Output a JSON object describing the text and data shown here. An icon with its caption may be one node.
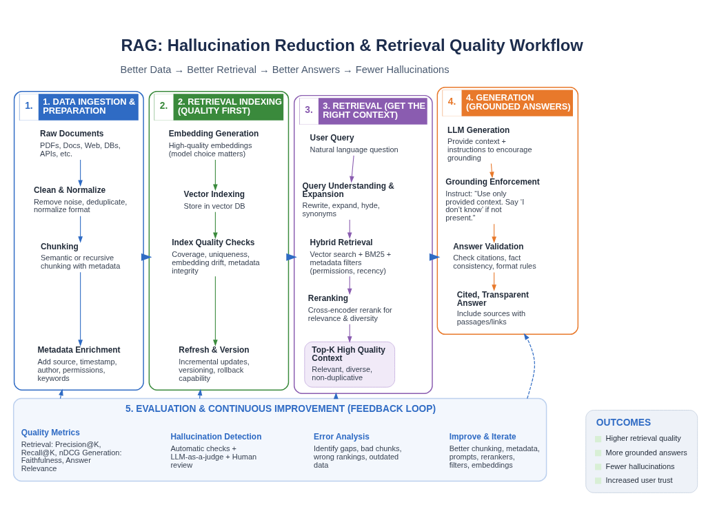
{
  "diagram": {
    "title": "RAG: Hallucination Reduction & Retrieval Quality Workflow",
    "nodes": [
      {
        "text": [
          "1.",
          "1. DATA INGESTION & PREPARATION"
        ]
      },
      {
        "text": [
          "Raw Documents",
          "PDFs, Docs, Web, DBs, APIs, etc."
        ],
        "in": 0
      },
      {
        "text": [
          "Clean & Normalize",
          "Remove noise, deduplicate, normalize format"
        ],
        "in": 0
      },
      {
        "text": [
          "Chunking",
          "Semantic or recursive chunking with metadata"
        ],
        "in": 0
      },
      {
        "text": [
          "Metadata Enrichment",
          "Add source, timestamp, author, permissions, keywords"
        ],
        "in": 0
      },
      {
        "text": [
          "2.",
          "2. RETRIEVAL INDEXING (QUALITY FIRST)"
        ]
      },
      {
        "text": [
          "Embedding Generation",
          "High-quality embeddings (model choice matters)"
        ],
        "in": 5
      },
      {
        "text": [
          "Vector Indexing",
          "Store in vector DB"
        ],
        "in": 5
      },
      {
        "text": [
          "Index Quality Checks",
          "Coverage, uniqueness, embedding drift, metadata integrity"
        ],
        "in": 5
      },
      {
        "text": [
          "Refresh & Version",
          "Incremental updates, versioning, rollback capability"
        ],
        "in": 5
      },
      {
        "text": [
          "3.",
          "3. RETRIEVAL (GET THE RIGHT CONTEXT)"
        ]
      },
      {
        "text": [
          "User Query",
          "Natural language question"
        ],
        "in": 10
      },
      {
        "text": [
          "Query Understanding & Expansion",
          "Rewrite, expand, hyde, synonyms"
        ],
        "in": 10
      },
      {
        "text": [
          "Hybrid Retrieval",
          "Vector search + BM25 + metadata filters (permissions, recency)"
        ],
        "in": 10
      },
      {
        "text": [
          "Reranking",
          "Cross-encoder rerank for relevance & diversity"
        ],
        "in": 10
      },
      {
        "text": [
          "Top-K High Quality Context",
          "Relevant, diverse, non-duplicative"
        ],
        "in": 10
      },
      {
        "text": [
          "4.",
          "4. GENERATION (GROUNDED ANSWERS)"
        ]
      },
      {
        "text": [
          "LLM Generation",
          "Provide context + instructions to encourage grounding"
        ],
        "in": 16
      },
      {
        "text": [
          "Grounding Enforcement",
          "Instruct: “Use only provided context. Say ‘I don’t know’ if not present.”"
        ],
        "in": 16
      },
      {
        "text": [
          "Answer Validation",
          "Check citations, fact consistency, format rules"
        ],
        "in": 16
      },
      {
        "text": [
          "Cited, Transparent Answer",
          "Include sources with passages/links"
        ],
        "in": 16
      },
      {
        "text": [
          "5. EVALUATION & CONTINUOUS IMPROVEMENT (FEEDBACK LOOP)"
        ]
      },
      {
        "text": [
          "Quality Metrics",
          "Retrieval: Precision@K, Recall@K, nDCG Generation: Faithfulness, Answer Relevance"
        ],
        "in": 21
      },
      {
        "text": [
          "Hallucination Detection",
          "Automatic checks + LLM-as-a-judge + Human review"
        ],
        "in": 21
      },
      {
        "text": [
          "Error Analysis",
          "Identify gaps, bad chunks, wrong rankings, outdated data"
        ],
        "in": 21
      },
      {
        "text": [
          "Improve & Iterate",
          "Better chunking, metadata, prompts, rerankers, filters, embeddings"
        ],
        "in": 21
      },
      {
        "text": [
          "OUTCOMES",
          "Higher retrieval quality",
          "More grounded answers",
          "Fewer hallucinations",
          "Increased user trust"
        ]
      }
    ],
    "edges": [
      {
        "from": 1,
        "to": 2,
        "arrow": "to"
      },
      {
        "from": 2,
        "to": 3,
        "arrow": "to"
      },
      {
        "from": 3,
        "to": 4,
        "arrow": "to"
      },
      {
        "from": 0,
        "to": 5,
        "arrow": "to",
        "style": "thick"
      },
      {
        "from": 6,
        "to": 7,
        "arrow": "to",
        "color": "#3a8a3c"
      },
      {
        "from": 7,
        "to": 8,
        "arrow": "to",
        "color": "#3a8a3c"
      },
      {
        "from": 8,
        "to": 9,
        "arrow": "to",
        "color": "#3a8a3c"
      },
      {
        "from": 5,
        "to": 10,
        "arrow": "to",
        "style": "thick"
      },
      {
        "from": 11,
        "to": 12,
        "arrow": "to",
        "color": "#8a5cb0"
      },
      {
        "from": 12,
        "to": 13,
        "arrow": "to",
        "color": "#8a5cb0"
      },
      {
        "from": 13,
        "to": 14,
        "arrow": "to",
        "color": "#8a5cb0"
      },
      {
        "from": 14,
        "to": 15,
        "arrow": "to",
        "color": "#8a5cb0"
      },
      {
        "from": 10,
        "to": 16,
        "arrow": "to",
        "style": "thick"
      },
      {
        "from": 17,
        "to": 18,
        "arrow": "to",
        "color": "#e8792b"
      },
      {
        "from": 18,
        "to": 19,
        "arrow": "to",
        "color": "#e8792b"
      },
      {
        "from": 19,
        "to": 20,
        "arrow": "to",
        "color": "#e8792b"
      },
      {
        "from": 21,
        "to": 0,
        "arrow": "to",
        "style": "dashed"
      },
      {
        "from": 21,
        "to": 5,
        "arrow": "to",
        "style": "dashed"
      },
      {
        "from": 21,
        "to": 10,
        "arrow": "to",
        "style": "dashed"
      },
      {
        "from": 21,
        "to": 16,
        "arrow": "to",
        "style": "dashed"
      }
    ],
    "labels": [
      "Better Data → Better Retrieval → Better Answers → Fewer Hallucinations"
    ]
  }
}
